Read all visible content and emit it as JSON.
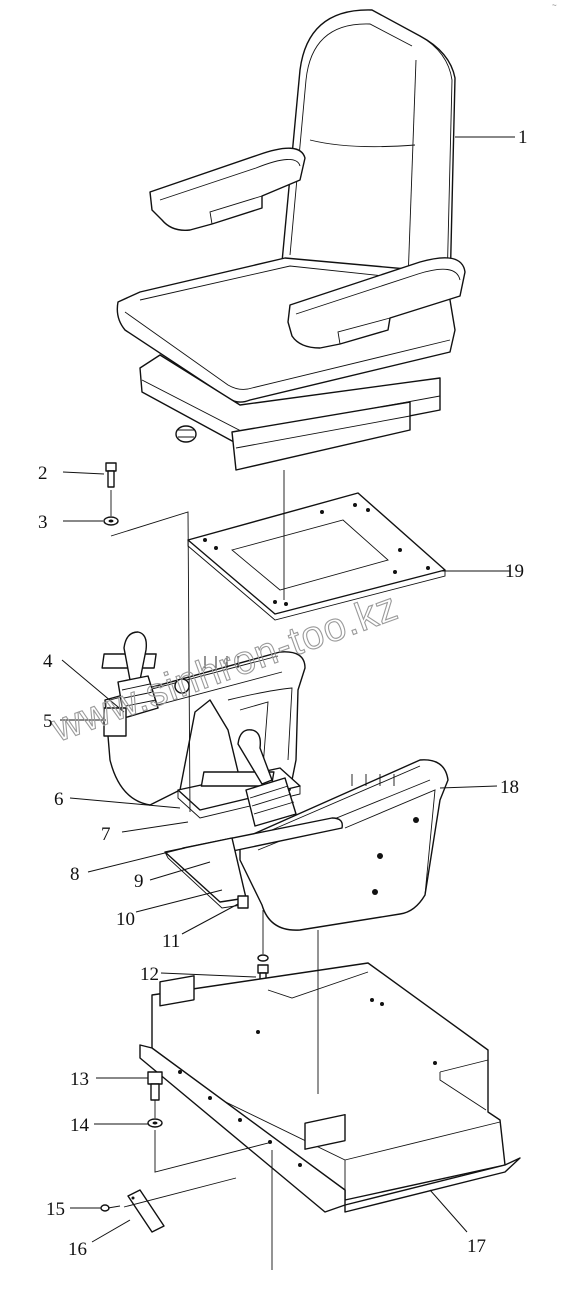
{
  "diagram": {
    "callouts": [
      {
        "id": "1",
        "text": "1"
      },
      {
        "id": "2",
        "text": "2"
      },
      {
        "id": "3",
        "text": "3"
      },
      {
        "id": "4",
        "text": "4"
      },
      {
        "id": "5",
        "text": "5"
      },
      {
        "id": "6",
        "text": "6"
      },
      {
        "id": "7",
        "text": "7"
      },
      {
        "id": "8",
        "text": "8"
      },
      {
        "id": "9",
        "text": "9"
      },
      {
        "id": "10",
        "text": "10"
      },
      {
        "id": "11",
        "text": "11"
      },
      {
        "id": "12",
        "text": "12"
      },
      {
        "id": "13",
        "text": "13"
      },
      {
        "id": "14",
        "text": "14"
      },
      {
        "id": "15",
        "text": "15"
      },
      {
        "id": "16",
        "text": "16"
      },
      {
        "id": "17",
        "text": "17"
      },
      {
        "id": "18",
        "text": "18"
      },
      {
        "id": "19",
        "text": "19"
      }
    ],
    "watermark": "www.sinhron-too.kz",
    "corner_mark": "~"
  }
}
